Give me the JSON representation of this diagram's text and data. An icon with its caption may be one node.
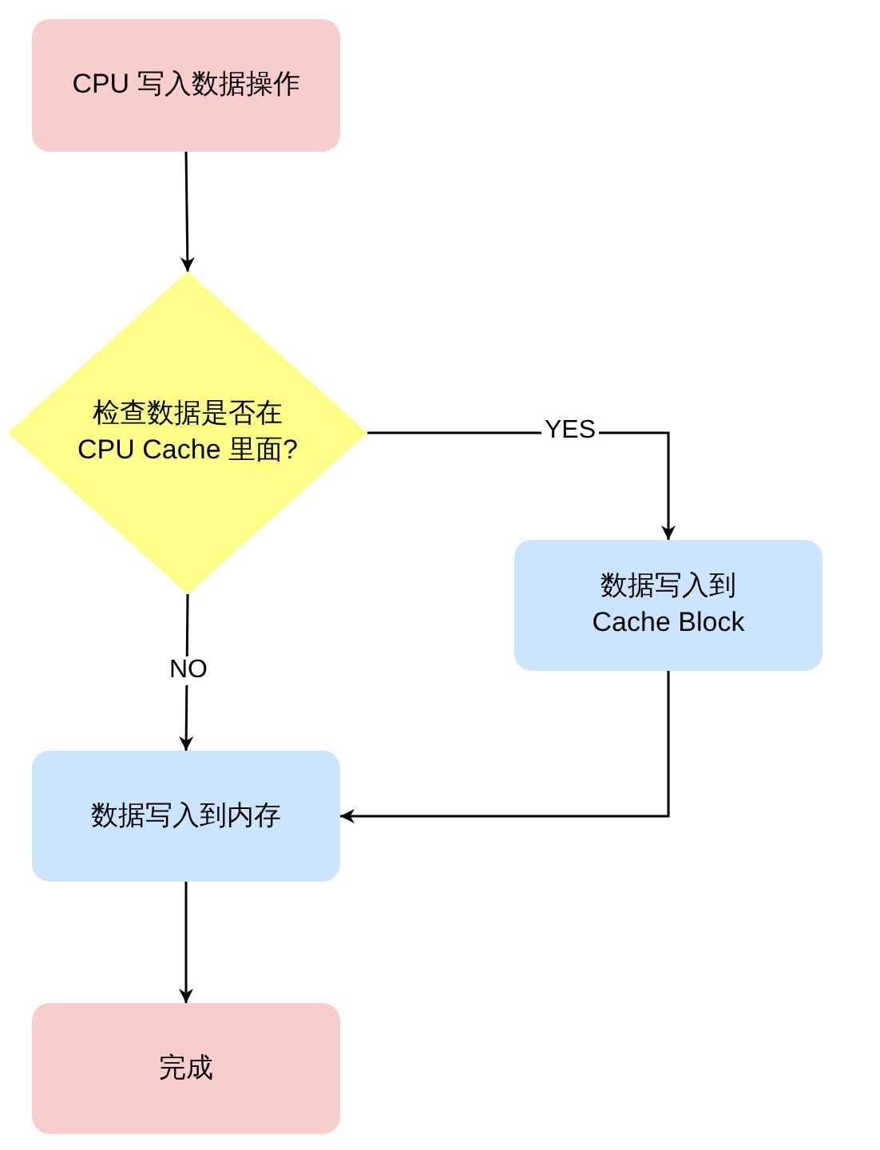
{
  "diagram": {
    "nodes": [
      {
        "text": [
          "CPU 写入数据操作"
        ]
      },
      {
        "text": [
          "检查数据是否在 CPU Cache 里面?"
        ]
      },
      {
        "text": [
          "数据写入到 Cache Block"
        ]
      },
      {
        "text": [
          "数据写入到内存"
        ]
      },
      {
        "text": [
          "完成"
        ]
      }
    ],
    "edges": [
      {
        "from": 0,
        "to": 1,
        "arrow": "to"
      },
      {
        "from": 1,
        "to": 2,
        "arrow": "to",
        "label": "YES"
      },
      {
        "from": 1,
        "to": 3,
        "arrow": "to",
        "label": "NO"
      },
      {
        "from": 2,
        "to": 3,
        "arrow": "to"
      },
      {
        "from": 3,
        "to": 4,
        "arrow": "to"
      }
    ]
  }
}
